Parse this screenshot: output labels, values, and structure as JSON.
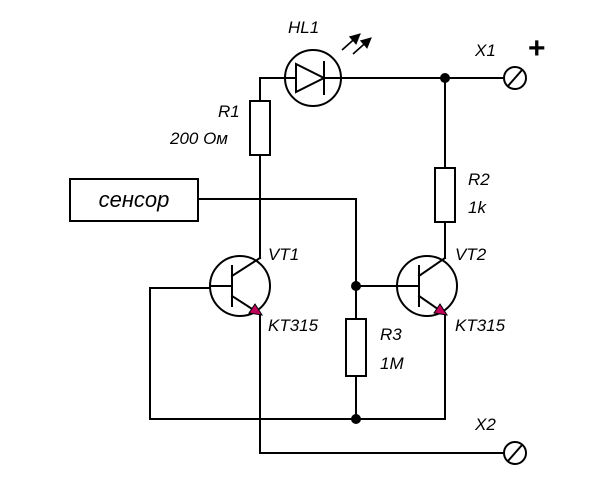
{
  "labels": {
    "hl1": "HL1",
    "x1": "X1",
    "x2": "X2",
    "plus": "+",
    "r1_name": "R1",
    "r1_value": "200 Ом",
    "r2_name": "R2",
    "r2_value": "1k",
    "r3_name": "R3",
    "r3_value": "1M",
    "vt1_name": "VT1",
    "vt1_type": "KT315",
    "vt2_name": "VT2",
    "vt2_type": "KT315",
    "sensor": "сенсор"
  }
}
